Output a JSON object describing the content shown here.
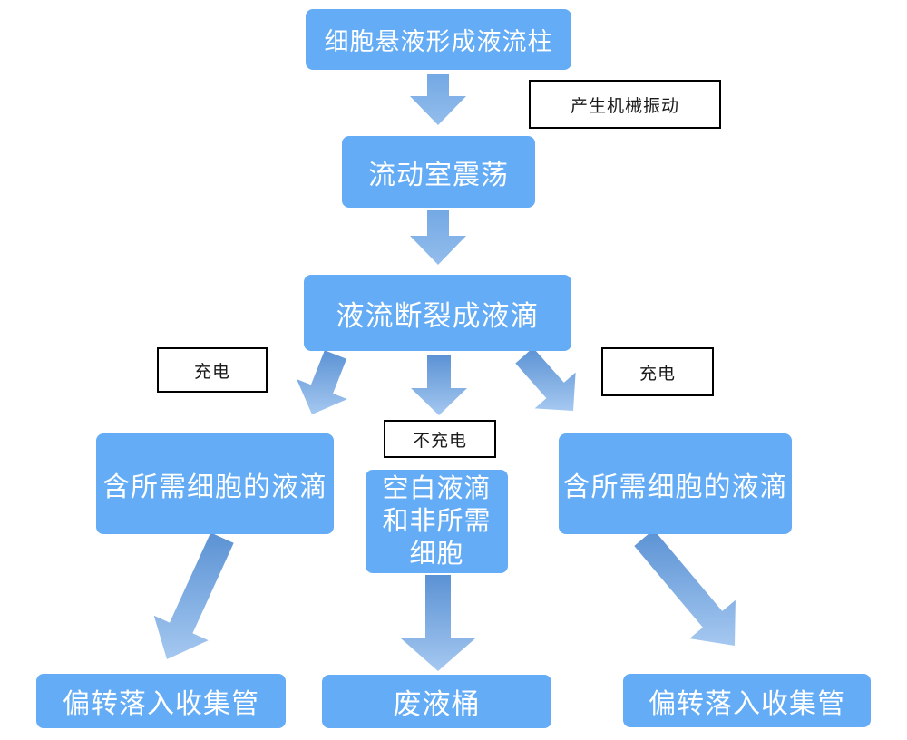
{
  "nodes": {
    "cell_suspension": {
      "label": "细胞悬液形成液流柱"
    },
    "flow_chamber": {
      "label": "流动室震荡"
    },
    "stream_breakup": {
      "label": "液流断裂成液滴"
    },
    "desired_left": {
      "label": "含所需细胞的液滴"
    },
    "blank_middle": {
      "label": "空白液滴\n和非所需\n细胞"
    },
    "desired_right": {
      "label": "含所需细胞的液滴"
    },
    "collect_left": {
      "label": "偏转落入收集管"
    },
    "waste": {
      "label": "废液桶"
    },
    "collect_right": {
      "label": "偏转落入收集管"
    }
  },
  "annotations": {
    "mechanical_vibration": {
      "label": "产生机械振动"
    },
    "charge_left": {
      "label": "充电"
    },
    "no_charge": {
      "label": "不充电"
    },
    "charge_right": {
      "label": "充电"
    }
  },
  "edges": [
    {
      "from": "cell_suspension",
      "to": "flow_chamber",
      "note": "产生机械振动"
    },
    {
      "from": "flow_chamber",
      "to": "stream_breakup",
      "note": ""
    },
    {
      "from": "stream_breakup",
      "to": "desired_left",
      "note": "充电"
    },
    {
      "from": "stream_breakup",
      "to": "blank_middle",
      "note": "不充电"
    },
    {
      "from": "stream_breakup",
      "to": "desired_right",
      "note": "充电"
    },
    {
      "from": "desired_left",
      "to": "collect_left",
      "note": ""
    },
    {
      "from": "blank_middle",
      "to": "waste",
      "note": ""
    },
    {
      "from": "desired_right",
      "to": "collect_right",
      "note": ""
    }
  ],
  "colors": {
    "node_fill": "#64acf5",
    "node_text": "#ffffff",
    "arrow_gradient_start": "#5b92d4",
    "arrow_gradient_end": "#a5c8f0",
    "label_border": "#000000",
    "label_text": "#1a1a1a",
    "page_bg": "#ffffff"
  }
}
